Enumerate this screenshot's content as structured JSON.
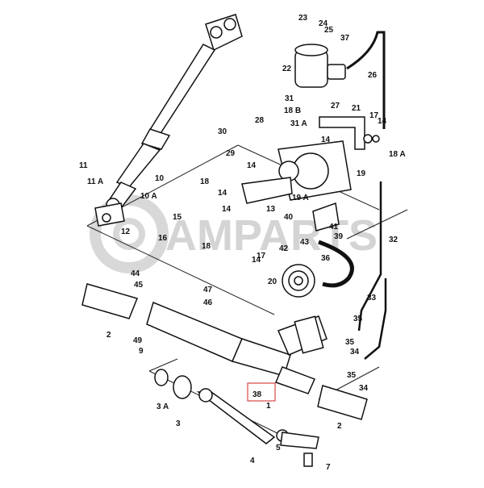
{
  "diagram": {
    "watermark": "AMPARTS",
    "callouts": [
      {
        "id": "c23",
        "text": "23"
      },
      {
        "id": "c24",
        "text": "24"
      },
      {
        "id": "c25",
        "text": "25"
      },
      {
        "id": "c37",
        "text": "37"
      },
      {
        "id": "c22",
        "text": "22"
      },
      {
        "id": "c26",
        "text": "26"
      },
      {
        "id": "c31",
        "text": "31"
      },
      {
        "id": "c27",
        "text": "27"
      },
      {
        "id": "c18b",
        "text": "18 B"
      },
      {
        "id": "c21",
        "text": "21"
      },
      {
        "id": "c17a",
        "text": "17"
      },
      {
        "id": "c14a",
        "text": "14"
      },
      {
        "id": "c18a",
        "text": "18 A"
      },
      {
        "id": "c28",
        "text": "28"
      },
      {
        "id": "c31a",
        "text": "31 A"
      },
      {
        "id": "c30",
        "text": "30"
      },
      {
        "id": "c29",
        "text": "29"
      },
      {
        "id": "c14b",
        "text": "14"
      },
      {
        "id": "c11",
        "text": "11"
      },
      {
        "id": "c11a",
        "text": "11 A"
      },
      {
        "id": "c10",
        "text": "10"
      },
      {
        "id": "c10a",
        "text": "10 A"
      },
      {
        "id": "c14c",
        "text": "14"
      },
      {
        "id": "c18c",
        "text": "18"
      },
      {
        "id": "c14d",
        "text": "14"
      },
      {
        "id": "c19a",
        "text": "19 A"
      },
      {
        "id": "c19",
        "text": "19"
      },
      {
        "id": "c14e",
        "text": "14"
      },
      {
        "id": "c15",
        "text": "15"
      },
      {
        "id": "c13",
        "text": "13"
      },
      {
        "id": "c40",
        "text": "40"
      },
      {
        "id": "c12",
        "text": "12"
      },
      {
        "id": "c16",
        "text": "16"
      },
      {
        "id": "c39",
        "text": "39"
      },
      {
        "id": "c43",
        "text": "43"
      },
      {
        "id": "c41",
        "text": "41"
      },
      {
        "id": "c32",
        "text": "32"
      },
      {
        "id": "c18d",
        "text": "18"
      },
      {
        "id": "c42",
        "text": "42"
      },
      {
        "id": "c14f",
        "text": "14"
      },
      {
        "id": "c17b",
        "text": "17"
      },
      {
        "id": "c36",
        "text": "36"
      },
      {
        "id": "c44",
        "text": "44"
      },
      {
        "id": "c20",
        "text": "20"
      },
      {
        "id": "c45",
        "text": "45"
      },
      {
        "id": "c47",
        "text": "47"
      },
      {
        "id": "c46",
        "text": "46"
      },
      {
        "id": "c33",
        "text": "33"
      },
      {
        "id": "c2a",
        "text": "2"
      },
      {
        "id": "c35a",
        "text": "35"
      },
      {
        "id": "c49",
        "text": "49"
      },
      {
        "id": "c35b",
        "text": "35"
      },
      {
        "id": "c9",
        "text": "9"
      },
      {
        "id": "c34a",
        "text": "34"
      },
      {
        "id": "c35c",
        "text": "35"
      },
      {
        "id": "c38",
        "text": "38"
      },
      {
        "id": "c34b",
        "text": "34"
      },
      {
        "id": "c1",
        "text": "1"
      },
      {
        "id": "c3a",
        "text": "3 A"
      },
      {
        "id": "c3",
        "text": "3"
      },
      {
        "id": "c2b",
        "text": "2"
      },
      {
        "id": "c4",
        "text": "4"
      },
      {
        "id": "c5",
        "text": "5"
      },
      {
        "id": "c7",
        "text": "7"
      }
    ]
  }
}
